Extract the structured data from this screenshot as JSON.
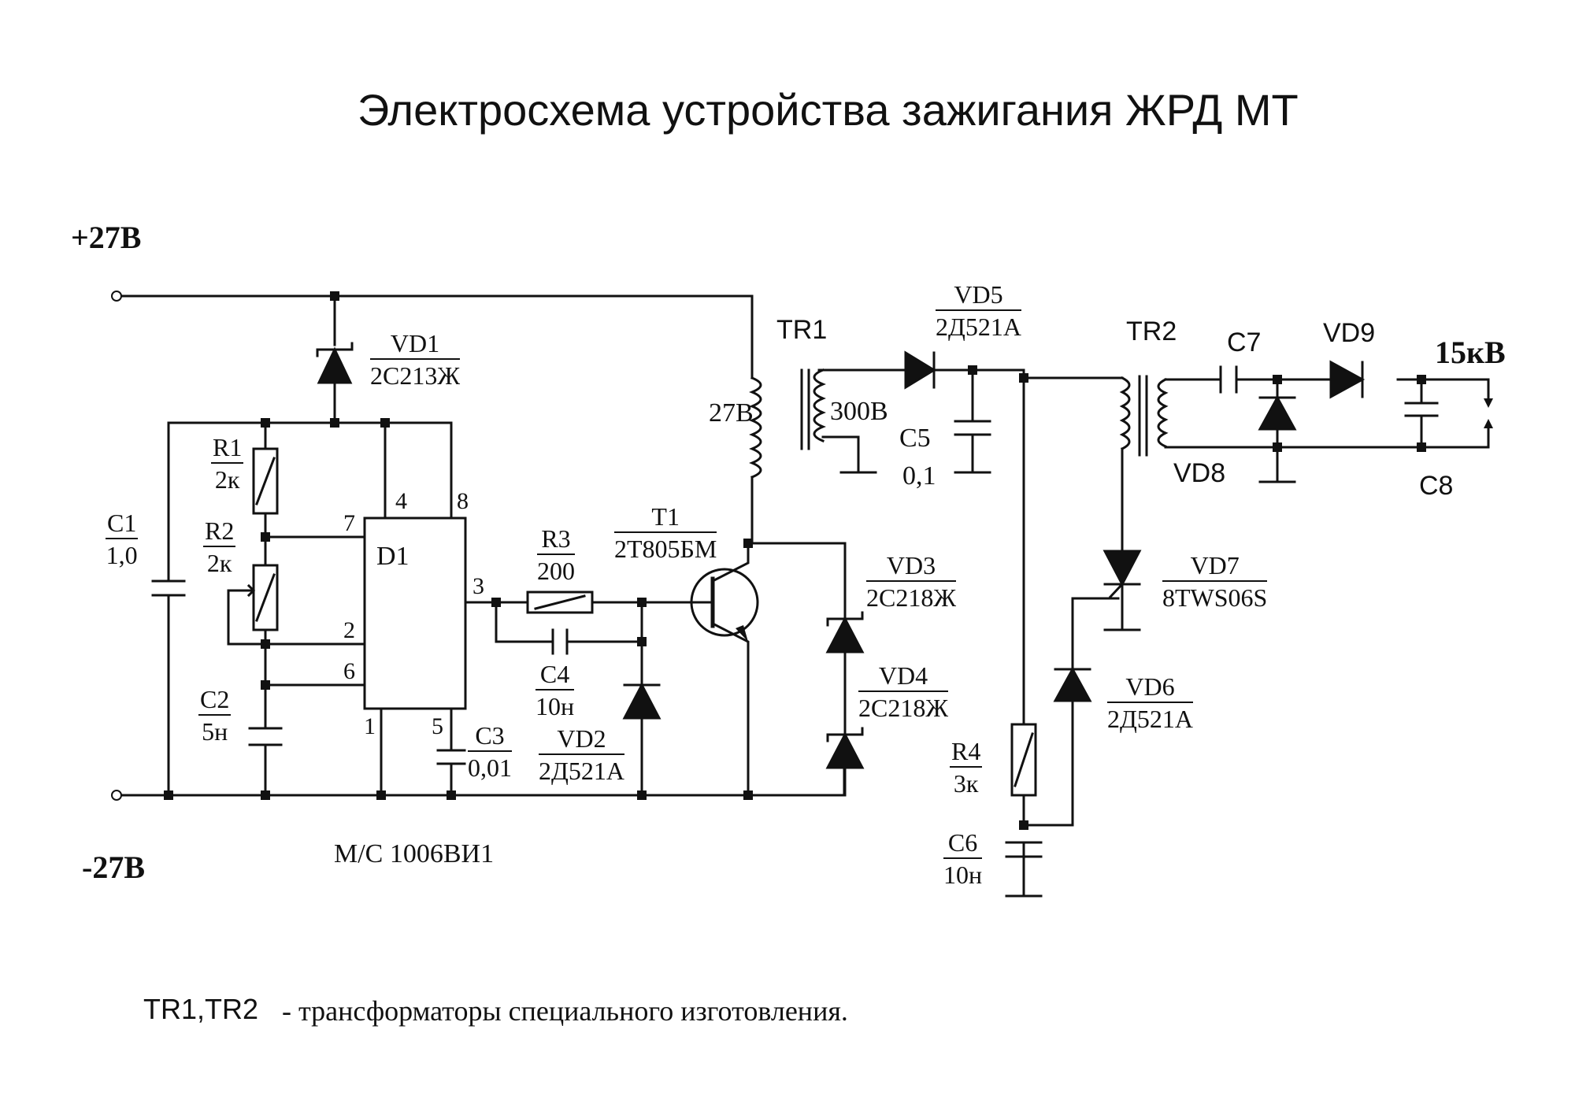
{
  "title": "Электросхема устройства зажигания ЖРД МТ",
  "rails": {
    "positive": "+27В",
    "negative": "-27В",
    "output": "15кВ"
  },
  "components": {
    "vd1": {
      "ref": "VD1",
      "value": "2С213Ж"
    },
    "r1": {
      "ref": "R1",
      "value": "2к"
    },
    "r2": {
      "ref": "R2",
      "value": "2к"
    },
    "c1": {
      "ref": "C1",
      "value": "1,0"
    },
    "c2": {
      "ref": "C2",
      "value": "5н"
    },
    "d1": {
      "ref": "D1",
      "pins": {
        "p1": "1",
        "p2": "2",
        "p3": "3",
        "p4": "4",
        "p5": "5",
        "p6": "6",
        "p7": "7",
        "p8": "8"
      }
    },
    "r3": {
      "ref": "R3",
      "value": "200"
    },
    "c3": {
      "ref": "C3",
      "value": "0,01"
    },
    "c4": {
      "ref": "C4",
      "value": "10н"
    },
    "vd2": {
      "ref": "VD2",
      "value": "2Д521А"
    },
    "t1": {
      "ref": "T1",
      "value": "2Т805БМ"
    },
    "vd3": {
      "ref": "VD3",
      "value": "2С218Ж"
    },
    "vd4": {
      "ref": "VD4",
      "value": "2С218Ж"
    },
    "tr1": {
      "ref": "TR1",
      "primary": "27В",
      "secondary": "300В"
    },
    "vd5": {
      "ref": "VD5",
      "value": "2Д521А"
    },
    "c5": {
      "ref": "C5",
      "value": "0,1"
    },
    "tr2": {
      "ref": "TR2"
    },
    "c7": {
      "ref": "C7"
    },
    "vd9": {
      "ref": "VD9"
    },
    "vd8": {
      "ref": "VD8"
    },
    "c8": {
      "ref": "C8"
    },
    "vd7": {
      "ref": "VD7",
      "value": "8TWS06S"
    },
    "vd6": {
      "ref": "VD6",
      "value": "2Д521А"
    },
    "r4": {
      "ref": "R4",
      "value": "3к"
    },
    "c6": {
      "ref": "C6",
      "value": "10н"
    }
  },
  "ic_label": "М/С  1006ВИ1",
  "footnote": {
    "refs": "TR1,TR2",
    "text": "- трансформаторы специального изготовления."
  }
}
